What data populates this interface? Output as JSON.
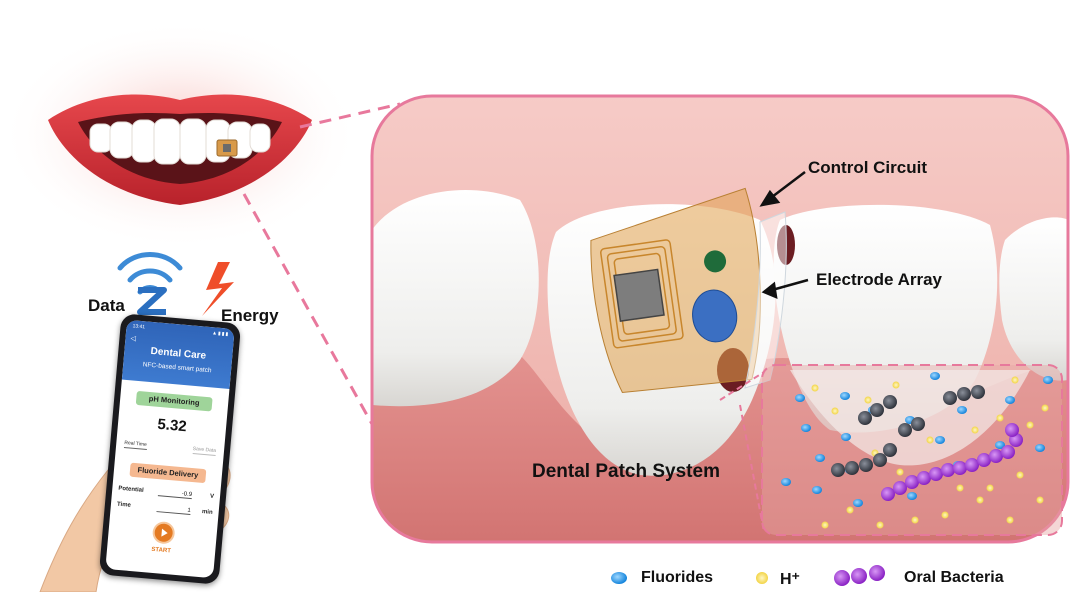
{
  "labels": {
    "control_circuit": "Control Circuit",
    "electrode_array": "Electrode Array",
    "dental_patch_system": "Dental Patch System",
    "data": "Data",
    "energy": "Energy"
  },
  "legend": [
    {
      "label": "Fluorides",
      "color": "#1e9be8"
    },
    {
      "label": "H⁺",
      "color": "#f2d84a"
    },
    {
      "label": "Oral Bacteria",
      "color": "#a033d6"
    }
  ],
  "phone_app": {
    "status_time": "13:41",
    "status_icons": "▲▮▮▮",
    "back_icon": "◁",
    "title": "Dental Care",
    "subtitle": "NFC-based smart patch",
    "ph_section": "pH Monitoring",
    "ph_value": "5.32",
    "real_time": "Real Time",
    "save_data": "Save Data",
    "fluoride_section": "Fluoride Delivery",
    "potential_label": "Potential",
    "potential_value": "-0.9",
    "potential_unit": "V",
    "time_label": "Time",
    "time_value": "1",
    "time_unit": "min",
    "start": "START"
  },
  "colors": {
    "lip": "#d8323a",
    "gum": "#e6908e",
    "panel_border": "#e7799c",
    "patch": "#e0a14c",
    "fluoride": "#1e9be8",
    "proton": "#f2d84a",
    "bacteria": "#a033d6",
    "app_header": "#3e7bd0"
  }
}
